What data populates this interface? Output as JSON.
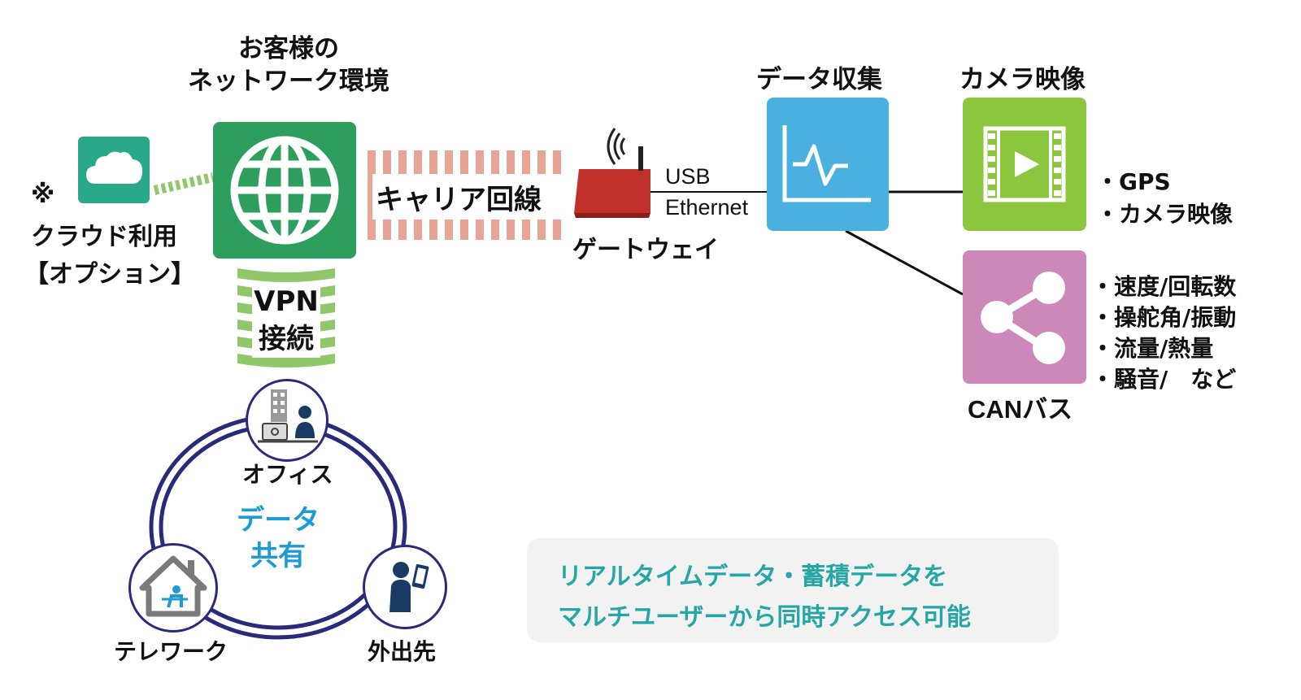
{
  "network_title_line1": "お客様の",
  "network_title_line2": "ネットワーク環境",
  "cloud_note_mark": "※",
  "cloud_note_line1": "クラウド利用",
  "cloud_note_line2": "【オプション】",
  "carrier_line": "キャリア回線",
  "vpn_line1": "VPN",
  "vpn_line2": "接続",
  "gateway": "ゲートウェイ",
  "usb": "USB",
  "ethernet": "Ethernet",
  "data_collection": "データ収集",
  "camera_title": "カメラ映像",
  "camera_bullets": [
    "・GPS",
    "・カメラ映像"
  ],
  "can_title": "CANバス",
  "can_bullets": [
    "・速度/回転数",
    "・操舵角/振動",
    "・流量/熱量",
    "・騒音/　など"
  ],
  "office": "オフィス",
  "telework": "テレワーク",
  "outside": "外出先",
  "share_line1": "データ",
  "share_line2": "共有",
  "message_line1": "リアルタイムデータ・蓄積データを",
  "message_line2": "マルチユーザーから同時アクセス可能",
  "colors": {
    "network_green": "#2e9e5e",
    "cloud_teal": "#2aa88a",
    "carrier_salmon": "#e8a594",
    "vpn_green": "#8fc76a",
    "gateway_red": "#c0302a",
    "collect_blue": "#4ab0e0",
    "camera_green": "#8cc63f",
    "can_pink": "#cc88b8",
    "ring_navy": "#2a2a7a",
    "share_blue": "#1e9ad6",
    "message_teal": "#27a6a6",
    "message_bg": "#f2f2f2"
  }
}
